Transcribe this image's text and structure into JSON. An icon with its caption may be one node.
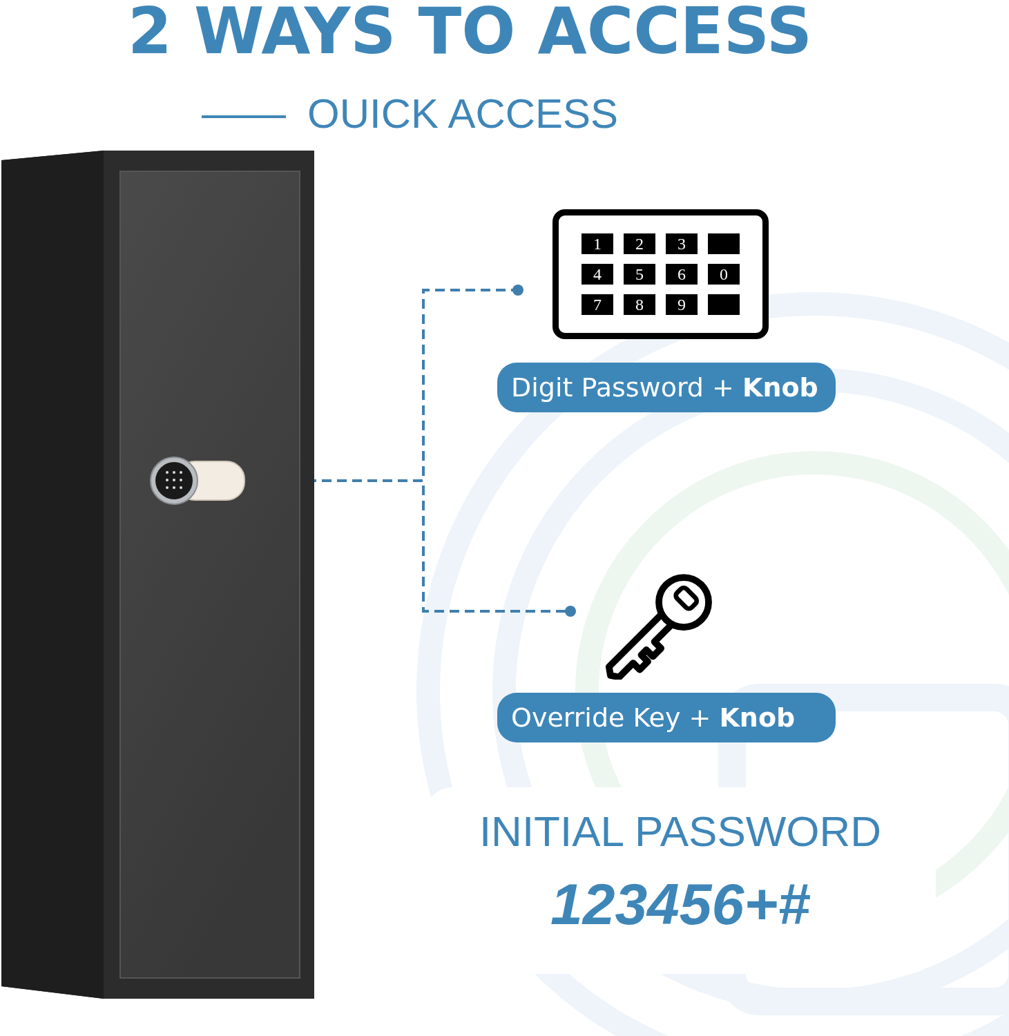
{
  "diagram": {
    "title": "2 WAYS TO ACCESS",
    "nodes": [
      {
        "text": [],
        "shape": "picture"
      },
      {
        "text": [],
        "shape": "picture",
        "in": 0
      },
      {
        "text": [
          "1",
          "2",
          "3",
          "4",
          "5",
          "6",
          "0",
          "7",
          "8",
          "9"
        ]
      },
      {
        "text": [
          "Digit Password + **Knob**"
        ]
      },
      {
        "text": [],
        "shape": "picture"
      },
      {
        "text": [
          "Override Key + **Knob**"
        ]
      },
      {
        "text": [
          "INITIAL PASSWORD",
          "123456+#"
        ]
      }
    ],
    "edges": [
      {
        "from": 1,
        "to": 2,
        "arrow": "other",
        "style": "dashed"
      },
      {
        "from": 1,
        "to": 4,
        "arrow": "other",
        "style": "dashed"
      }
    ],
    "labels": [
      "OUICK ACCESS"
    ]
  }
}
